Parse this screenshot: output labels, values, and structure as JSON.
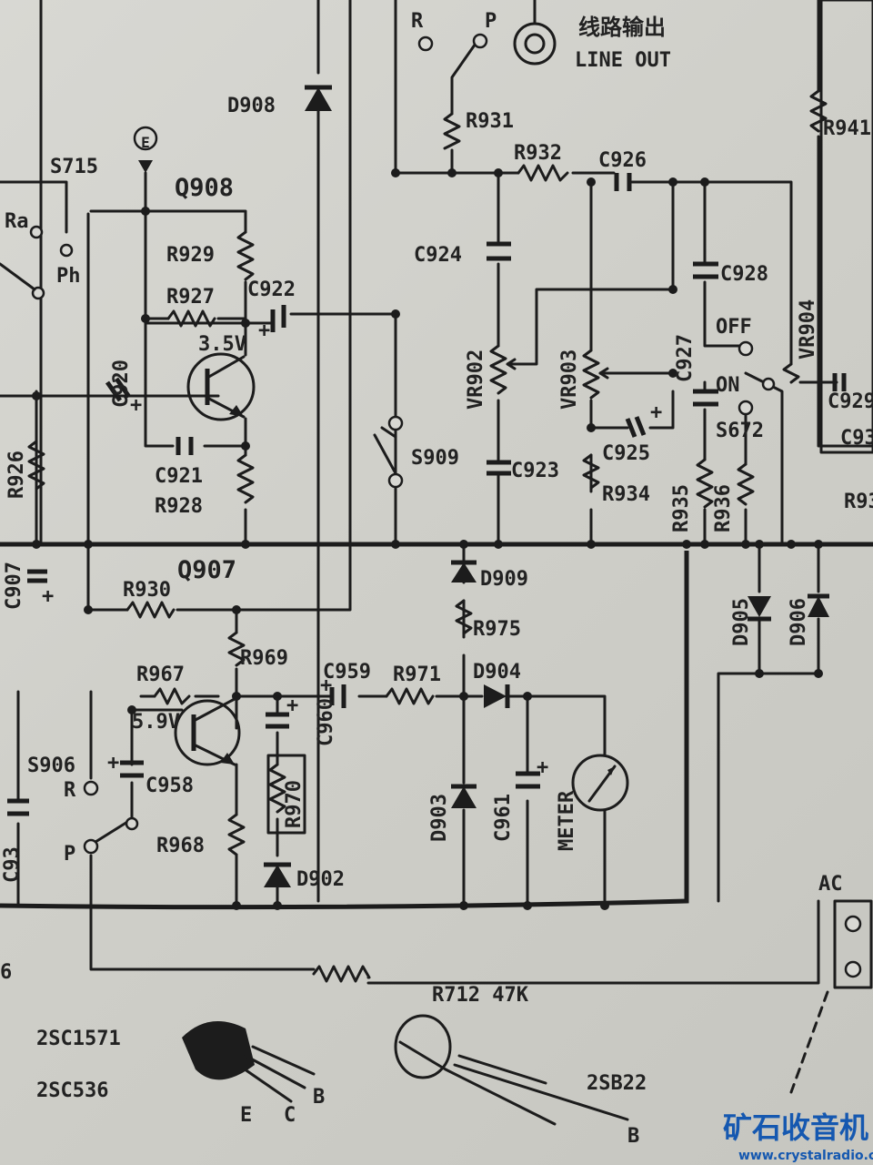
{
  "labels": {
    "d908": "D908",
    "s715": "S715",
    "ra": "Ra",
    "ph": "Ph",
    "e_term": "E",
    "q908": "Q908",
    "r929": "R929",
    "r927": "R927",
    "c922": "C922",
    "v35": "3.5V",
    "c920": "C920",
    "r926": "R926",
    "c921": "C921",
    "r928": "R928",
    "c907": "C907",
    "q907": "Q907",
    "r930": "R930",
    "r969": "R969",
    "r967": "R967",
    "v59": "5.9V",
    "s906": "S906",
    "r_s906": "R",
    "p_s906": "P",
    "c958": "C958",
    "r968": "R968",
    "c960": "C960",
    "r970": "R970",
    "d902": "D902",
    "c959": "C959",
    "r971": "R971",
    "d904": "D904",
    "d909": "D909",
    "r975": "R975",
    "d903": "D903",
    "c961": "C961",
    "meter": "METER",
    "r712": "R712 47K",
    "t2sc1571": "2SC1571",
    "t2sc536": "2SC536",
    "pin_e": "E",
    "pin_c": "C",
    "pin_b": "B",
    "t2sb22": "2SB22",
    "pin_b2": "B",
    "r_top": "R",
    "p_top": "P",
    "line_out_cn": "线路输出",
    "line_out": "LINE OUT",
    "r931": "R931",
    "r932": "R932",
    "c926": "C926",
    "c924": "C924",
    "c928": "C928",
    "vr902": "VR902",
    "vr903": "VR903",
    "c927": "C927",
    "off": "OFF",
    "on": "ON",
    "s672": "S672",
    "vr904": "VR904",
    "s909": "S909",
    "c923": "C923",
    "c925": "C925",
    "r934": "R934",
    "r935": "R935",
    "r936": "R936",
    "c929": "C929",
    "c93x": "C93",
    "r93x": "R93",
    "r941": "R941",
    "d905": "D905",
    "d906": "D906",
    "ac": "AC",
    "c937": "C93",
    "six": "6"
  },
  "watermark": {
    "title": "矿石收音机",
    "url": "www.crystalradio.cn"
  }
}
